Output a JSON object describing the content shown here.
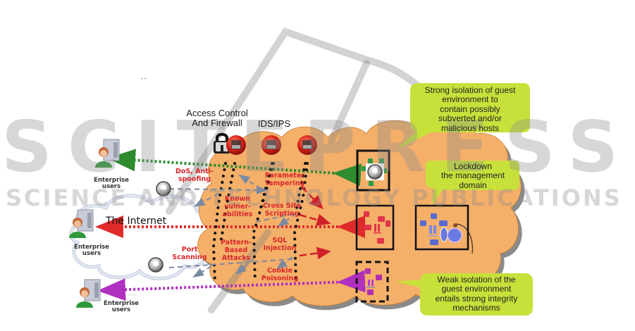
{
  "diagram": {
    "header_labels": {
      "access_control": "Access Control\nAnd Firewall",
      "ids_ips": "IDS/IPS",
      "stray_mark": "- -"
    },
    "internet_label": "The Internet",
    "users": [
      {
        "label": "Enterprise\nusers",
        "link_color": "#2e8b2e"
      },
      {
        "label": "Enterprise\nusers",
        "link_color": "#e02a2a"
      },
      {
        "label": "Enterprise\nusers",
        "link_color": "#b030c0"
      }
    ],
    "attacks": {
      "dos": "DoS, Anti-\nspoofing",
      "known_vuln": "Known\nvulner-\nabilities",
      "pattern": "Pattern-\nBased\nAttacks",
      "port_scan": "Port\nScanning",
      "param": "Parameter\nTampering",
      "xss": "Cross Site\nScripting",
      "sql": "SQL\nInjection",
      "cookie": "Cookie\nPoisoning"
    },
    "callouts": {
      "strong": "Strong isolation of guest\nenvironment to\ncontain possibly\nsubverted and/or\nmalicious hosts",
      "lockdown": "Lockdown\nthe management\ndomain",
      "weak": "Weak isolation of the\nguest environment\nentails strong integrity\nmechanisms"
    },
    "colors": {
      "cloud": "#f5b06a",
      "callout": "#c8e03a",
      "attack_text": "#d9262a",
      "green_vm": "#2e9a4a",
      "red_vm": "#e0344a",
      "blue_vm": "#5a6ad0",
      "purple_vm": "#b030b0"
    },
    "watermark": {
      "line1": "SCITEPRESS",
      "line2": "SCIENCE AND TECHNOLOGY PUBLICATIONS"
    }
  }
}
